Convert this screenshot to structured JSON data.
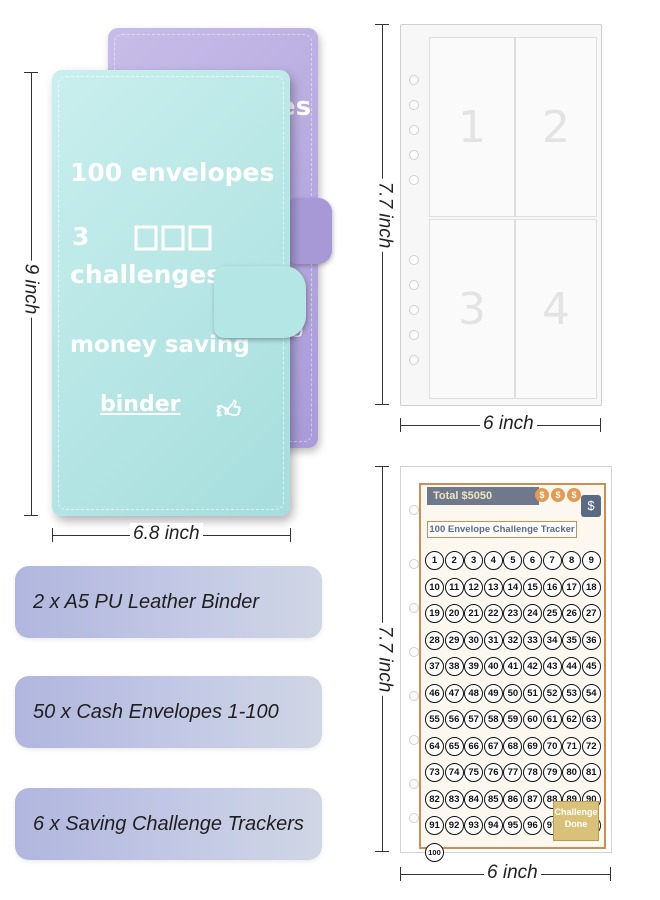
{
  "binder_cover": {
    "line1": "100 envelopes",
    "line2": "3",
    "line3": "challenges",
    "line4": "money saving",
    "line5": "binder",
    "back_fragment": "es",
    "thumbs_icon": "thumbs-up-icon",
    "checkbox_icon": "checkbox-icon"
  },
  "colors": {
    "teal_binder": "#b4e6e5",
    "purple_binder": "#b3a7dd",
    "pill_gradient_start": "#b0b6de",
    "tracker_border": "#c98f57",
    "coin": "#e59a54"
  },
  "dimensions": {
    "binder_height": "9 inch",
    "binder_width": "6.8 inch",
    "sleeve_height": "7.7 inch",
    "sleeve_width": "6 inch",
    "tracker_height": "7.7 inch",
    "tracker_width": "6 inch"
  },
  "sleeve_numbers": [
    "1",
    "2",
    "3",
    "4"
  ],
  "tracker": {
    "total": "Total $5050",
    "coins": [
      "$",
      "$",
      "$"
    ],
    "title": "100 Envelope Challenge Tracker",
    "dollar_icon": "$",
    "done_label_1": "Challenge",
    "done_label_2": "Done",
    "numbers_count": 100
  },
  "features": [
    "2 x A5 PU Leather Binder",
    "50 x Cash Envelopes 1-100",
    "6 x Saving Challenge Trackers"
  ]
}
